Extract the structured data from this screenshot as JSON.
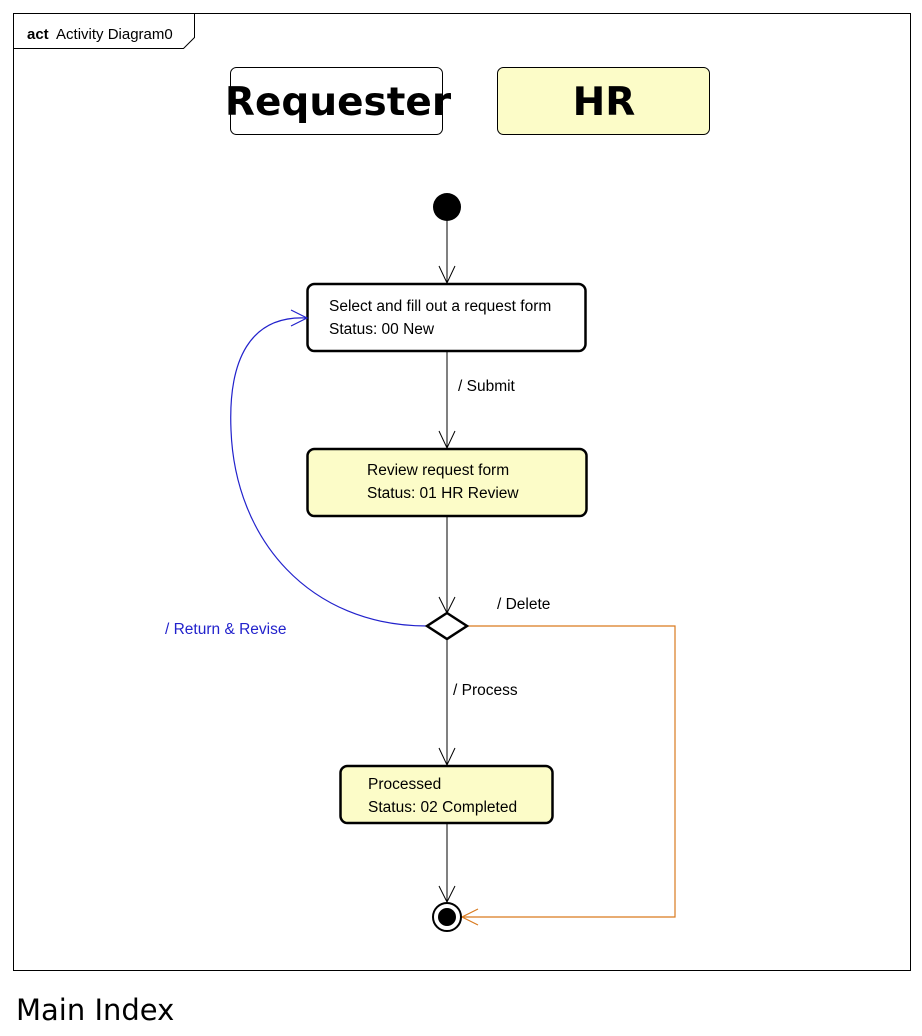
{
  "frame": {
    "keyword": "act",
    "name": "Activity Diagram0"
  },
  "lanes": [
    {
      "label": "Requester",
      "fill": "#ffffff"
    },
    {
      "label": "HR",
      "fill": "#fcfcc8"
    }
  ],
  "nodes": {
    "fill_form": {
      "line1": "Select and fill out a request form",
      "line2": "Status: 00 New",
      "fill": "#ffffff"
    },
    "review": {
      "line1": "Review request form",
      "line2": "Status: 01 HR Review",
      "fill": "#fcfcc8"
    },
    "processed": {
      "line1": "Processed",
      "line2": "Status: 02 Completed",
      "fill": "#fcfcc8"
    }
  },
  "transitions": {
    "submit": {
      "label": "/ Submit",
      "color": "#000000"
    },
    "return_revise": {
      "label": "/ Return & Revise",
      "color": "#2222cc"
    },
    "delete": {
      "label": "/ Delete",
      "color": "#d97a1f"
    },
    "process": {
      "label": "/ Process",
      "color": "#000000"
    }
  },
  "footer": {
    "title": "Main Index"
  }
}
